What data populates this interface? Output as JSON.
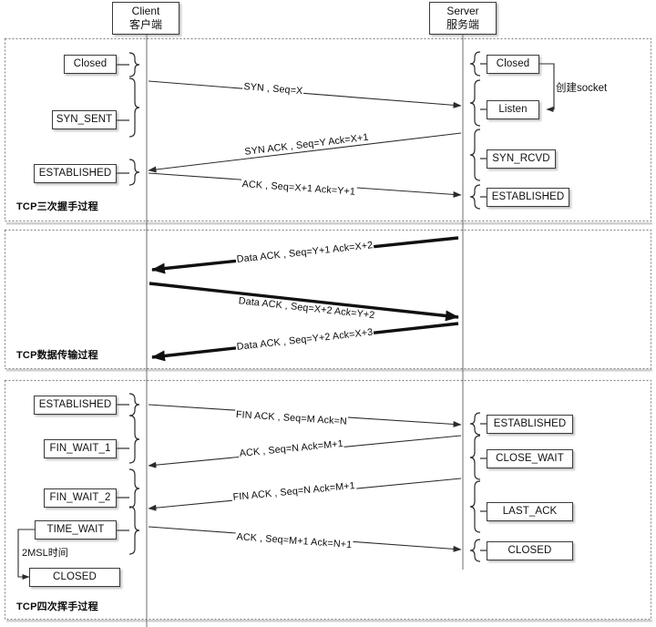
{
  "diagram": {
    "title_client": {
      "en": "Client",
      "zh": "客户端"
    },
    "title_server": {
      "en": "Server",
      "zh": "服务端"
    }
  },
  "sections": [
    {
      "id": "handshake",
      "caption": "TCP三次握手过程",
      "client_states": [
        "Closed",
        "SYN_SENT",
        "ESTABLISHED"
      ],
      "server_states": [
        "Closed",
        "Listen",
        "SYN_RCVD",
        "ESTABLISHED"
      ],
      "annotations": [
        "创建socket"
      ],
      "messages": [
        {
          "label": "SYN , Seq=X",
          "dir": "c2s"
        },
        {
          "label": "SYN ACK , Seq=Y Ack=X+1",
          "dir": "s2c"
        },
        {
          "label": "ACK , Seq=X+1 Ack=Y+1",
          "dir": "c2s"
        }
      ]
    },
    {
      "id": "datatransfer",
      "caption": "TCP数据传输过程",
      "client_states": [],
      "server_states": [],
      "annotations": [],
      "messages": [
        {
          "label": "Data ACK , Seq=Y+1 Ack=X+2",
          "dir": "s2c"
        },
        {
          "label": "Data ACK , Seq=X+2 Ack=Y+2",
          "dir": "c2s"
        },
        {
          "label": "Data ACK , Seq=Y+2 Ack=X+3",
          "dir": "s2c"
        }
      ]
    },
    {
      "id": "teardown",
      "caption": "TCP四次挥手过程",
      "client_states": [
        "ESTABLISHED",
        "FIN_WAIT_1",
        "FIN_WAIT_2",
        "TIME_WAIT",
        "CLOSED"
      ],
      "server_states": [
        "ESTABLISHED",
        "CLOSE_WAIT",
        "LAST_ACK",
        "CLOSED"
      ],
      "annotations": [
        "2MSL时间"
      ],
      "messages": [
        {
          "label": "FIN ACK , Seq=M Ack=N",
          "dir": "c2s"
        },
        {
          "label": "ACK , Seq=N Ack=M+1",
          "dir": "s2c"
        },
        {
          "label": "FIN ACK , Seq=N Ack=M+1",
          "dir": "s2c"
        },
        {
          "label": "ACK , Seq=M+1 Ack=N+1",
          "dir": "c2s"
        }
      ]
    }
  ],
  "colors": {
    "line": "#3a3a3a",
    "thick_line": "#111111",
    "border": "#3a3a3a",
    "background": "#ffffff",
    "section_border": "#7f7f7f"
  }
}
